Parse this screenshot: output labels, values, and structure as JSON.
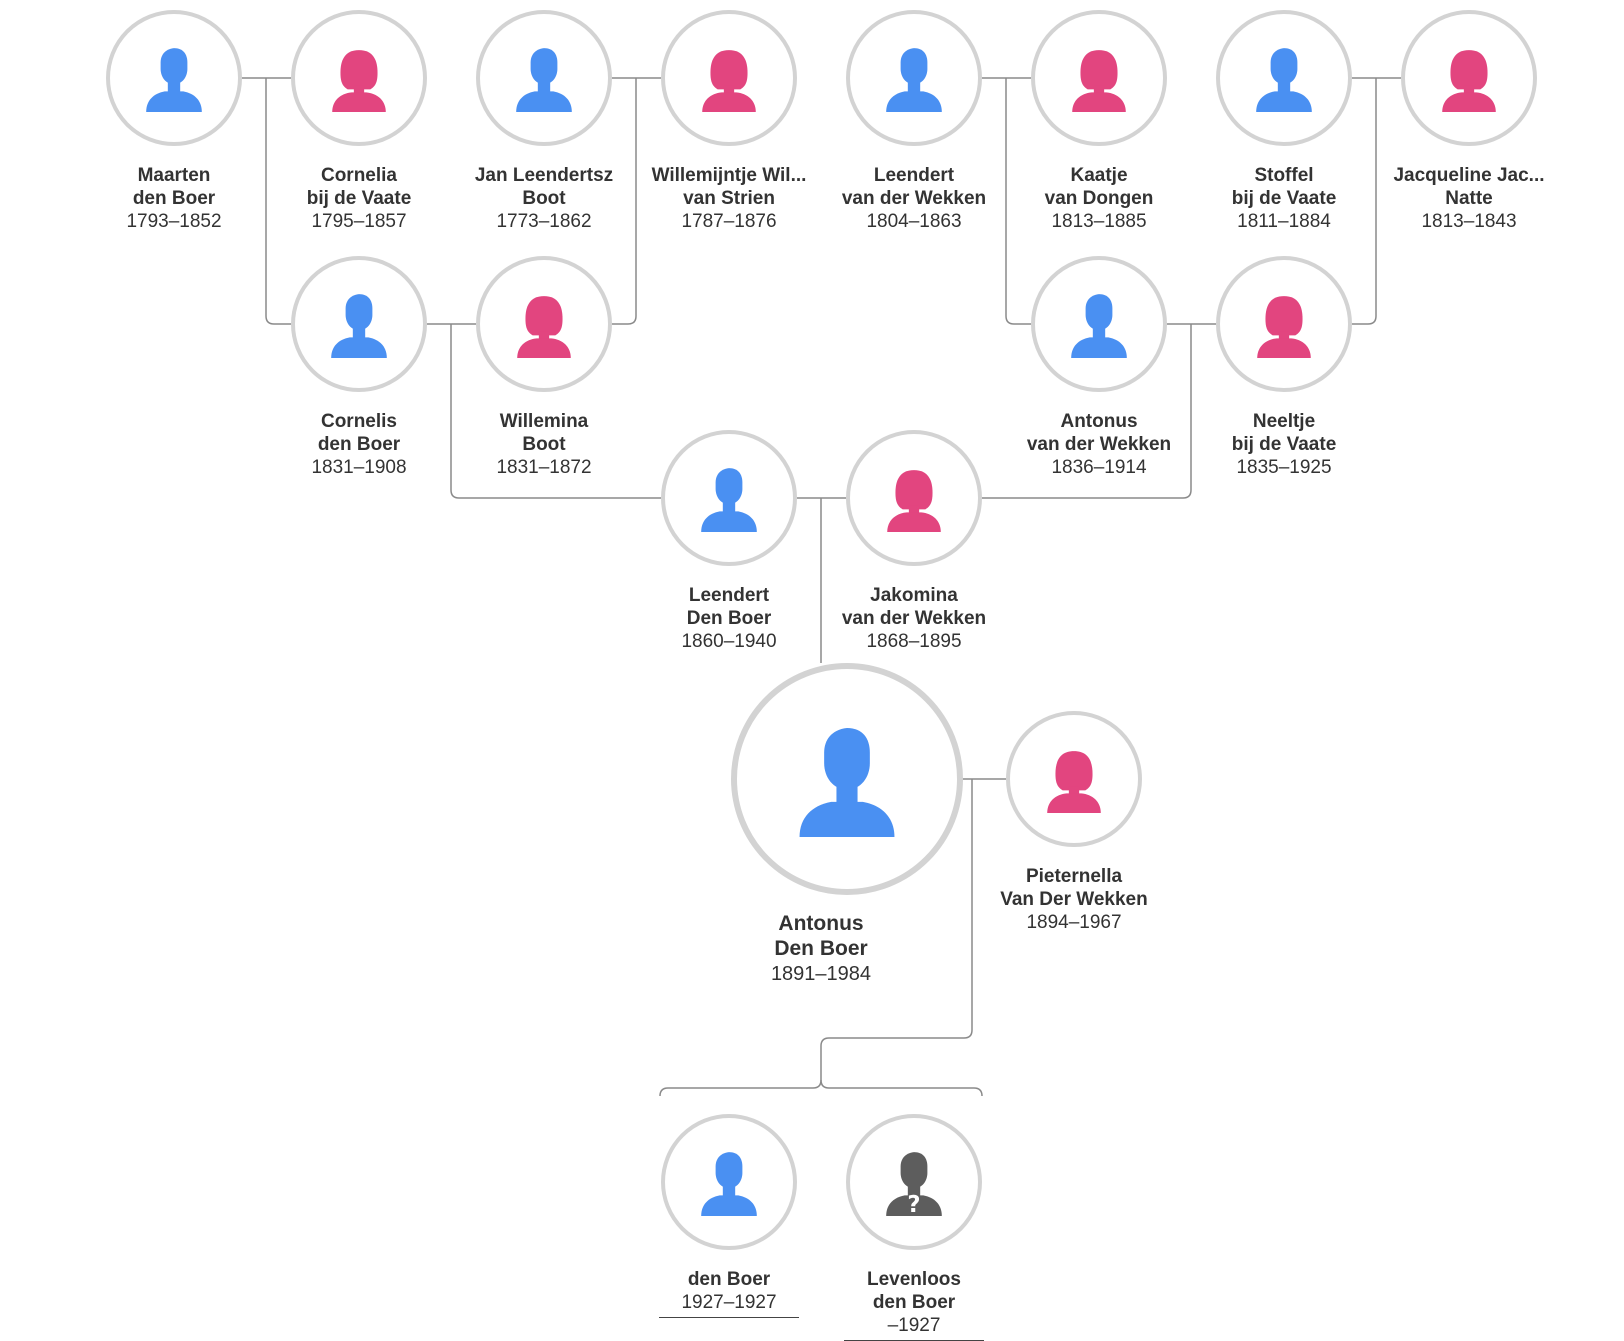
{
  "colors": {
    "male": "#4a90f2",
    "female": "#e2457f",
    "unknown": "#5d5d5d",
    "ring": "#d3d3d3",
    "line": "#8a8a8a"
  },
  "people": {
    "maarten": {
      "first_name": "Maarten",
      "surname": "den Boer",
      "dates": "1793–1852",
      "gender": "male",
      "icon": "male-silhouette-icon"
    },
    "cornelia": {
      "first_name": "Cornelia",
      "surname": "bij de Vaate",
      "dates": "1795–1857",
      "gender": "female",
      "icon": "female-silhouette-icon"
    },
    "jan": {
      "first_name": "Jan Leendertsz",
      "surname": "Boot",
      "dates": "1773–1862",
      "gender": "male",
      "icon": "male-silhouette-icon"
    },
    "willemijntje": {
      "first_name": "Willemijntje Wil...",
      "surname": "van Strien",
      "dates": "1787–1876",
      "gender": "female",
      "icon": "female-silhouette-icon"
    },
    "leendert_w": {
      "first_name": "Leendert",
      "surname": "van der Wekken",
      "dates": "1804–1863",
      "gender": "male",
      "icon": "male-silhouette-icon"
    },
    "kaatje": {
      "first_name": "Kaatje",
      "surname": "van Dongen",
      "dates": "1813–1885",
      "gender": "female",
      "icon": "female-silhouette-icon"
    },
    "stoffel": {
      "first_name": "Stoffel",
      "surname": "bij de Vaate",
      "dates": "1811–1884",
      "gender": "male",
      "icon": "male-silhouette-icon"
    },
    "jacqueline": {
      "first_name": "Jacqueline Jac...",
      "surname": "Natte",
      "dates": "1813–1843",
      "gender": "female",
      "icon": "female-silhouette-icon"
    },
    "cornelis": {
      "first_name": "Cornelis",
      "surname": "den Boer",
      "dates": "1831–1908",
      "gender": "male",
      "icon": "male-silhouette-icon"
    },
    "willemina": {
      "first_name": "Willemina",
      "surname": "Boot",
      "dates": "1831–1872",
      "gender": "female",
      "icon": "female-silhouette-icon"
    },
    "antonus_w": {
      "first_name": "Antonus",
      "surname": "van der Wekken",
      "dates": "1836–1914",
      "gender": "male",
      "icon": "male-silhouette-icon"
    },
    "neeltje": {
      "first_name": "Neeltje",
      "surname": "bij de Vaate",
      "dates": "1835–1925",
      "gender": "female",
      "icon": "female-silhouette-icon"
    },
    "leendert_b": {
      "first_name": "Leendert",
      "surname": "Den Boer",
      "dates": "1860–1940",
      "gender": "male",
      "icon": "male-silhouette-icon"
    },
    "jakomina": {
      "first_name": "Jakomina",
      "surname": "van der Wekken",
      "dates": "1868–1895",
      "gender": "female",
      "icon": "female-silhouette-icon"
    },
    "antonus_focus": {
      "first_name": "Antonus",
      "surname": "Den Boer",
      "dates": "1891–1984",
      "gender": "male",
      "icon": "male-silhouette-icon"
    },
    "pieternella": {
      "first_name": "Pieternella",
      "surname": "Van Der Wekken",
      "dates": "1894–1967",
      "gender": "female",
      "icon": "female-silhouette-icon"
    },
    "child1": {
      "first_name": "",
      "surname": "den Boer",
      "dates": "1927–1927",
      "gender": "male",
      "icon": "male-silhouette-icon"
    },
    "child2": {
      "first_name": "Levenloos",
      "surname": "den Boer",
      "dates": "–1927",
      "gender": "unknown",
      "icon": "unknown-person-icon"
    }
  }
}
